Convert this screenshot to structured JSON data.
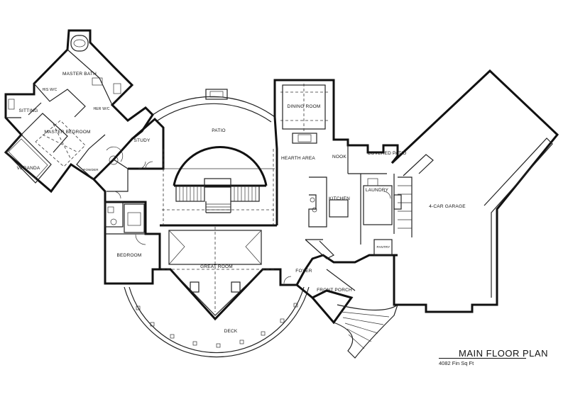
{
  "plan": {
    "title": "MAIN FLOOR PLAN",
    "area": "4082 Fin Sq Ft",
    "rooms": {
      "master_bath": "MASTER BATH",
      "his_wic": "HIS W/C",
      "her_wic": "HER W/C",
      "sitting": "SITTING",
      "master_bedroom": "MASTER BEDROOM",
      "veranda": "VERANDA",
      "study": "STUDY",
      "patio": "PATIO",
      "dining_room": "DINING ROOM",
      "hearth_area": "HEARTH AREA",
      "nook": "NOOK",
      "covered_patio": "COVERED PATIO",
      "kitchen": "KITCHEN",
      "laundry": "LAUNDRY",
      "garage": "4-CAR GARAGE",
      "bedroom": "BEDROOM",
      "great_room": "GREAT ROOM",
      "foyer": "FOYER",
      "front_porch": "FRONT PORCH",
      "deck": "DECK",
      "powder": "POWDER",
      "pantry": "PANTRY"
    }
  }
}
